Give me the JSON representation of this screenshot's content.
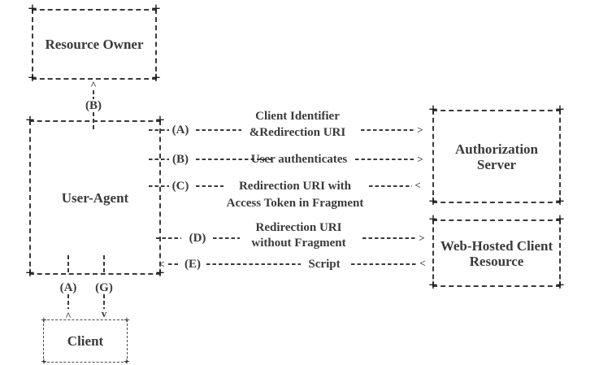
{
  "colors": {
    "ink": "#3a3a3a",
    "corner": "#1b1b1b",
    "background": "#ffffff"
  },
  "glyphs": {
    "corner": "+",
    "arrow_right": ">",
    "arrow_left": "<",
    "arrow_up": "^",
    "arrow_down": "v"
  },
  "boxes": {
    "resource_owner": "Resource Owner",
    "user_agent": "User-Agent",
    "auth_server_line1": "Authorization",
    "auth_server_line2": "Server",
    "web_hosted_line1": "Web-Hosted Client",
    "web_hosted_line2": "Resource",
    "client": "Client"
  },
  "flows": {
    "a": {
      "step": "(A)",
      "line1": "Client Identifier",
      "line2": "&Redirection URI"
    },
    "b": {
      "step": "(B)",
      "line1": "User authenticates"
    },
    "c": {
      "step": "(C)",
      "line1": "Redirection URI with",
      "line2": "Access Token in Fragment"
    },
    "d": {
      "step": "(D)",
      "line1": "Redirection URI",
      "line2": "without Fragment"
    },
    "e": {
      "step": "(E)",
      "line1": "Script"
    },
    "top_b": {
      "step": "(B)"
    },
    "bottom_a": {
      "step": "(A)"
    },
    "bottom_g": {
      "step": "(G)"
    }
  }
}
